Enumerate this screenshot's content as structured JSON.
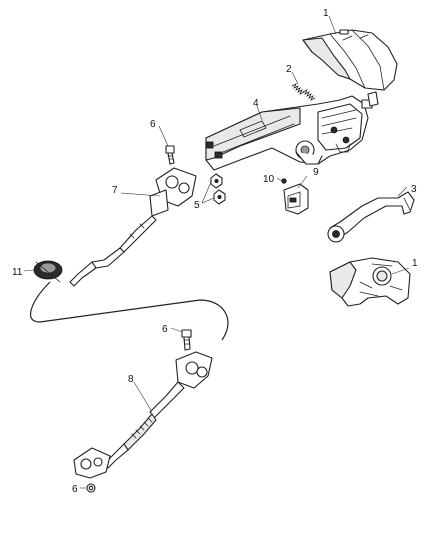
{
  "callouts": {
    "c1_top": "1",
    "c1_bottom": "1",
    "c2": "2",
    "c3": "3",
    "c4": "4",
    "c5": "5",
    "c6_upper": "6",
    "c6_middle": "6",
    "c6_bottom": "6",
    "c7": "7",
    "c8": "8",
    "c9": "9",
    "c10": "10",
    "c11": "11"
  }
}
